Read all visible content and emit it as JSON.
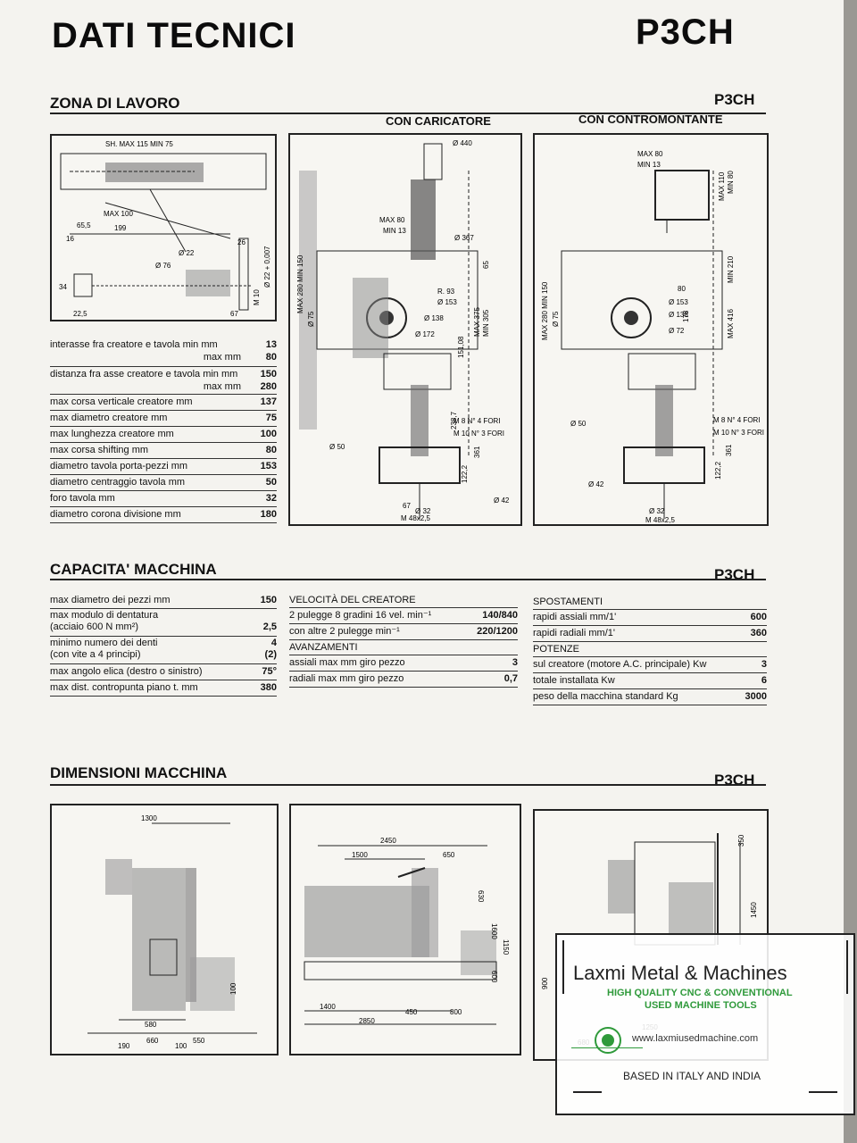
{
  "header": {
    "title": "DATI TECNICI",
    "model": "P3CH"
  },
  "zona": {
    "title": "ZONA DI LAVORO",
    "model": "P3CH",
    "caption_loader": "CON CARICATORE",
    "caption_tail": "CON CONTROMONTANTE",
    "rows": [
      {
        "label": "interasse fra creatore e tavola  min mm",
        "value": "13"
      },
      {
        "label": "max mm",
        "value": "80"
      },
      {
        "label": "distanza fra asse creatore e tavola  min mm",
        "value": "150"
      },
      {
        "label": "max mm",
        "value": "280"
      },
      {
        "label": "max corsa verticale creatore mm",
        "value": "137"
      },
      {
        "label": "max diametro creatore mm",
        "value": "75"
      },
      {
        "label": "max lunghezza creatore mm",
        "value": "100"
      },
      {
        "label": "max corsa shifting mm",
        "value": "80"
      },
      {
        "label": "diametro tavola porta-pezzi mm",
        "value": "153"
      },
      {
        "label": "diametro centraggio tavola mm",
        "value": "50"
      },
      {
        "label": "foro tavola mm",
        "value": "32"
      },
      {
        "label": "diametro corona divisione mm",
        "value": "180"
      }
    ],
    "d1": [
      "SH. MAX 115 MIN 75",
      "MAX 100",
      "65,5",
      "199",
      "16",
      "Ø 22",
      "Ø 76",
      "26",
      "Ø 22 + 0,007",
      "34",
      "M 10",
      "22,5",
      "67"
    ],
    "d2": [
      "Ø 440",
      "MAX 80",
      "MIN 13",
      "Ø 367",
      "MAX 280 MIN 150",
      "Ø 75",
      "R. 93",
      "Ø 153",
      "Ø 138",
      "Ø 172",
      "65",
      "MAX 375",
      "MIN 305",
      "151,08",
      "238,7",
      "M 8 N° 4 FORI",
      "M 10 N° 3 FORI",
      "Ø 50",
      "122,2",
      "361",
      "Ø 42",
      "67",
      "Ø 32",
      "M 48x2,5"
    ],
    "d3": [
      "MAX 80",
      "MIN 13",
      "MAX 110",
      "MIN 80",
      "MIN 210",
      "MAX 280 MIN 150",
      "Ø 75",
      "80",
      "Ø 153",
      "Ø 138",
      "Ø 72",
      "178",
      "MAX 416",
      "M 8 N° 4 FORI",
      "M 10 N° 3 FORI",
      "Ø 50",
      "361",
      "122,2",
      "Ø 42",
      "Ø 32",
      "M 48x2,5"
    ]
  },
  "capacita": {
    "title": "CAPACITA' MACCHINA",
    "model": "P3CH",
    "col1": [
      {
        "label": "max diametro dei pezzi mm",
        "value": "150"
      },
      {
        "label": "max modulo di dentatura",
        "label2": "(acciaio 600 N mm²)",
        "value": "2,5"
      },
      {
        "label": "minimo numero dei denti",
        "label2": "(con vite a 4 principi)",
        "value": "4",
        "value2": "(2)"
      },
      {
        "label": "max angolo elica (destro o sinistro)",
        "value": "75°"
      },
      {
        "label": "max dist. contropunta piano t. mm",
        "value": "380"
      }
    ],
    "col2_head1": "VELOCITÀ DEL CREATORE",
    "col2a": [
      {
        "label": "2 pulegge 8 gradini 16 vel. min⁻¹",
        "value": "140/840"
      },
      {
        "label": "con altre 2 pulegge min⁻¹",
        "value": "220/1200"
      }
    ],
    "col2_head2": "AVANZAMENTI",
    "col2b": [
      {
        "label": "assiali max mm giro pezzo",
        "value": "3"
      },
      {
        "label": "radiali max mm giro pezzo",
        "value": "0,7"
      }
    ],
    "col3_head1": "SPOSTAMENTI",
    "col3a": [
      {
        "label": "rapidi assiali mm/1'",
        "value": "600"
      },
      {
        "label": "rapidi radiali mm/1'",
        "value": "360"
      }
    ],
    "col3_head2": "POTENZE",
    "col3b": [
      {
        "label": "sul creatore (motore A.C. principale) Kw",
        "value": "3"
      },
      {
        "label": "totale installata Kw",
        "value": "6"
      },
      {
        "label": "peso della macchina standard Kg",
        "value": "3000"
      }
    ]
  },
  "dimensioni": {
    "title": "DIMENSIONI MACCHINA",
    "model": "P3CH",
    "top": [
      "1300",
      "100",
      "580",
      "660",
      "190",
      "100",
      "550"
    ],
    "front": [
      "2450",
      "1500",
      "650",
      "630",
      "1600",
      "1150",
      "600",
      "1400",
      "450",
      "800",
      "2850"
    ],
    "side": [
      "350",
      "1450",
      "900",
      "1250",
      "680"
    ]
  },
  "brand": {
    "name": "Laxmi Metal & Machines",
    "tagline1": "HIGH QUALITY CNC & CONVENTIONAL",
    "tagline2": "USED MACHINE TOOLS",
    "url": "www.laxmiusedmachine.com",
    "based": "BASED IN ITALY AND INDIA",
    "green": "#2f9a3b"
  }
}
